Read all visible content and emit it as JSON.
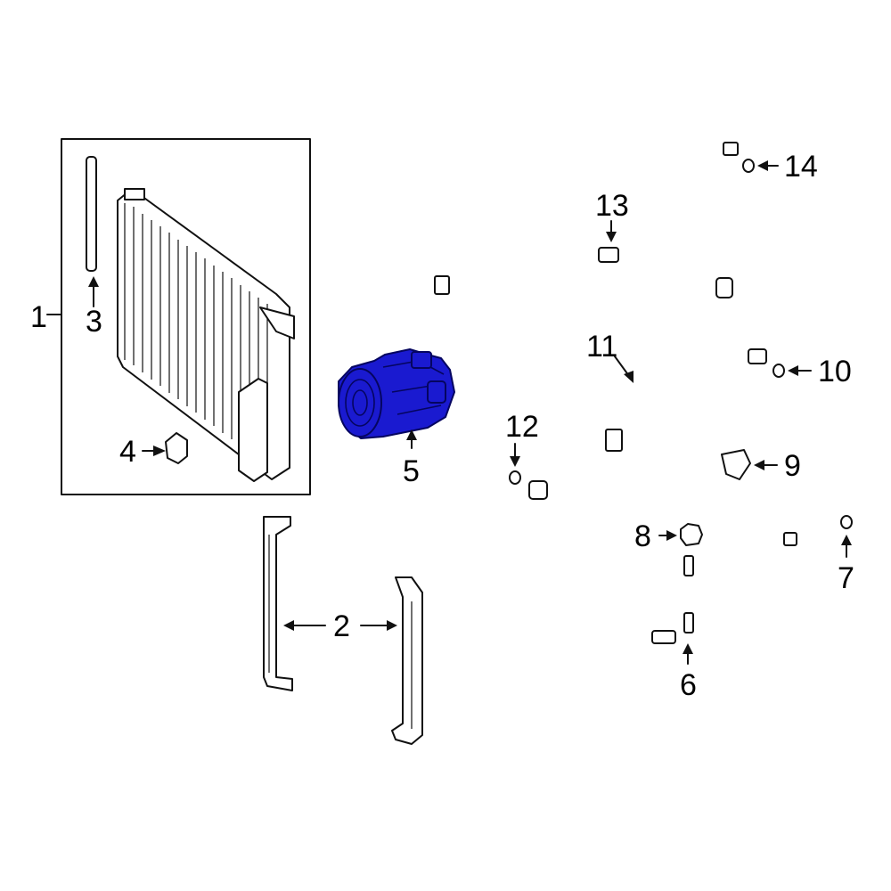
{
  "callouts": {
    "c1": "1",
    "c2": "2",
    "c3": "3",
    "c4": "4",
    "c5": "5",
    "c6": "6",
    "c7": "7",
    "c8": "8",
    "c9": "9",
    "c10": "10",
    "c11": "11",
    "c12": "12",
    "c13": "13",
    "c14": "14"
  },
  "colors": {
    "highlight": "#1a1ad0",
    "line": "#111111",
    "background": "#ffffff"
  }
}
